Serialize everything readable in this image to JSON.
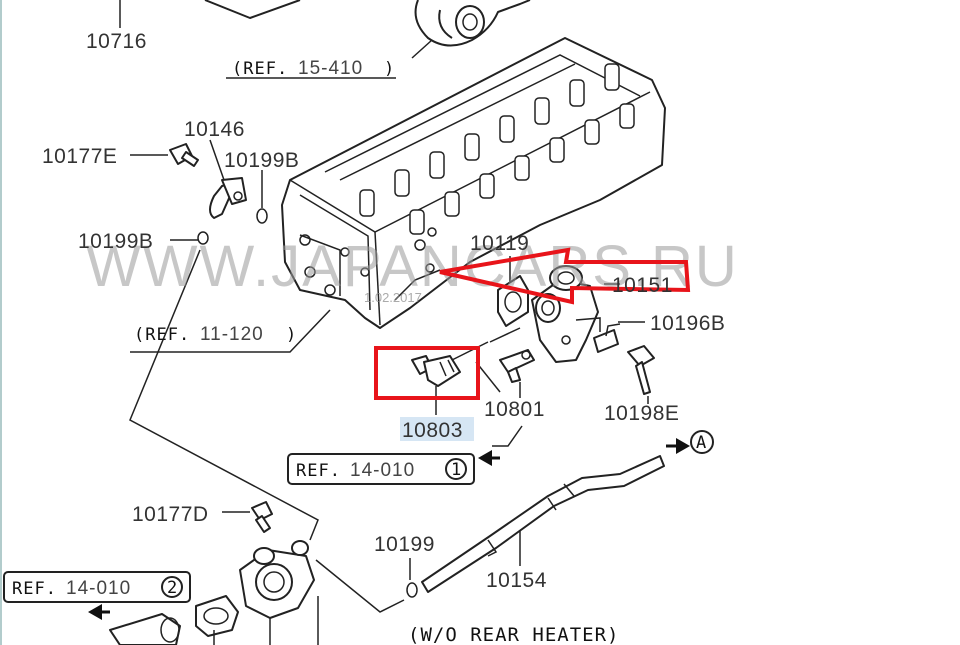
{
  "parts": {
    "p10716": "10716",
    "p10146": "10146",
    "p10177E": "10177E",
    "p10199B_top": "10199B",
    "p10199B_left": "10199B",
    "p10119": "10119",
    "p10151": "10151",
    "p10196B": "10196B",
    "p10198E": "10198E",
    "p10801": "10801",
    "p10803": "10803",
    "p10177D": "10177D",
    "p10199": "10199",
    "p10154": "10154"
  },
  "refs": {
    "r1": {
      "prefix": "(REF.",
      "num": "15-410",
      "suffix": ")"
    },
    "r2": {
      "prefix": "(REF.",
      "num": "11-120",
      "suffix": ")"
    },
    "r3": {
      "prefix": "REF.",
      "num": "14-010",
      "circle": "1"
    },
    "r4": {
      "prefix": "REF.",
      "num": "14-010",
      "circle": "2"
    }
  },
  "marker_a": "A",
  "note": "(W/O REAR HEATER)",
  "watermark": {
    "text": "WWW.JAPANCARS.RU",
    "date": "1.02.2017"
  },
  "colors": {
    "highlight_box": "#e8141a",
    "arrow": "#e8141a",
    "selected_label_bg": "#d6e6f4"
  }
}
